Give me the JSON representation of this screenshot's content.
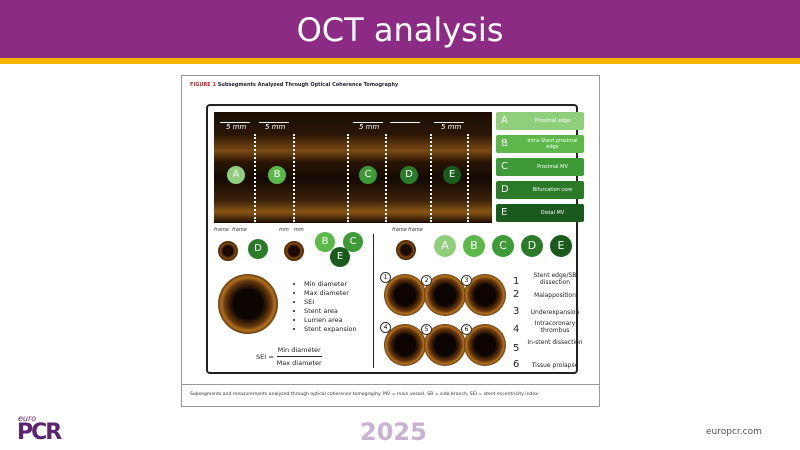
{
  "slide": {
    "title": "OCT analysis",
    "year": "2025",
    "url": "europcr.com",
    "logo_small": "euro",
    "logo_main": "PCR"
  },
  "figure": {
    "label": "FIGURE 1",
    "title": "Subsegments Analyzed Through Optical Coherence Tomography",
    "scale_label": "5 mm",
    "segments": [
      {
        "letter": "A",
        "label": "Proximal edge",
        "color": "#8fcf7c"
      },
      {
        "letter": "B",
        "label": "Intra-Stent proximal edge",
        "color": "#5cb848"
      },
      {
        "letter": "C",
        "label": "Proximal MV",
        "color": "#3d9a36"
      },
      {
        "letter": "D",
        "label": "Bifurcation core",
        "color": "#2a7a2a"
      },
      {
        "letter": "E",
        "label": "Distal MV",
        "color": "#1b5a1d"
      }
    ],
    "frame_label": "frame",
    "mm_label": "mm",
    "measurements": [
      "Min diameter",
      "Max diameter",
      "SEI",
      "Stent area",
      "Lumen area",
      "Stent expansion"
    ],
    "sei_formula": {
      "lhs": "SEI =",
      "numerator": "Min diameter",
      "denominator": "Max diameter"
    },
    "complications": [
      {
        "n": "1",
        "label": "Stent edge/SB dissection"
      },
      {
        "n": "2",
        "label": "Malapposition"
      },
      {
        "n": "3",
        "label": "Underexpansion"
      },
      {
        "n": "4",
        "label": "Intracoronary thrombus"
      },
      {
        "n": "5",
        "label": "In-stent dissection"
      },
      {
        "n": "6",
        "label": "Tissue prolapse"
      }
    ],
    "caption": "Subsegments and measurements analyzed through optical coherence tomography. MV = main vessel, SB = side branch, SEI = stent eccentricity index."
  }
}
